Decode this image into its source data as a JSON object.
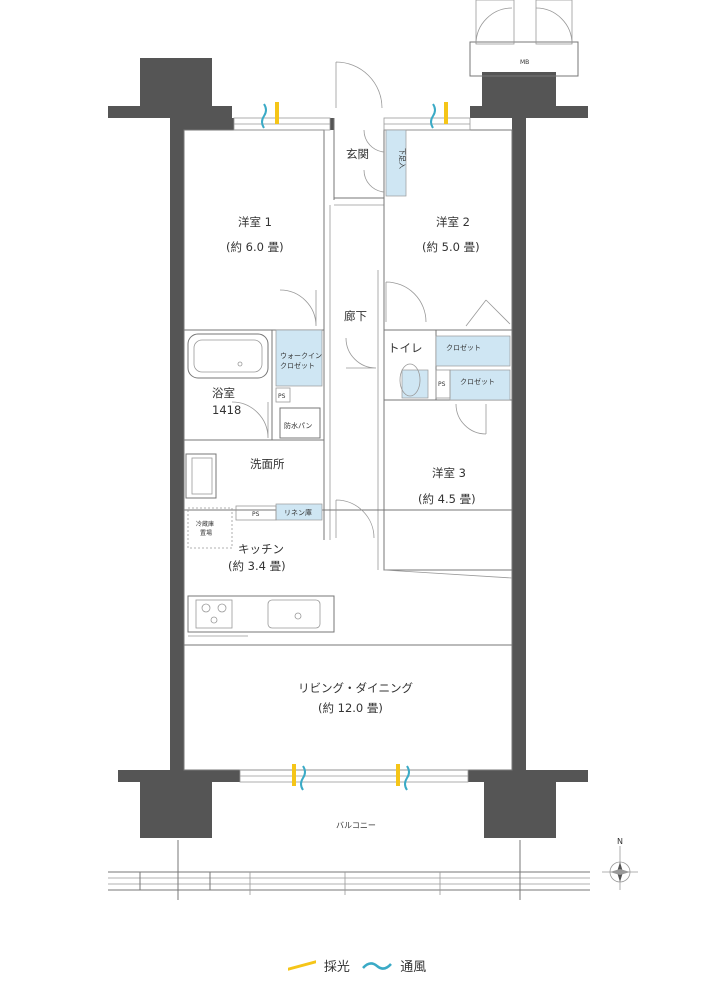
{
  "rooms": {
    "western1": {
      "name": "洋室 1",
      "size": "(約 6.0 畳)"
    },
    "western2": {
      "name": "洋室 2",
      "size": "(約 5.0 畳)"
    },
    "western3": {
      "name": "洋室 3",
      "size": "(約 4.5 畳)"
    },
    "entrance": "玄関",
    "shoe_box": "下足入",
    "hallway": "廊下",
    "toilet": "トイレ",
    "closet_a": "クロゼット",
    "closet_b": "クロゼット",
    "walk_in_closet_1": "ウォークイン",
    "walk_in_closet_2": "クロゼット",
    "bath": {
      "name": "浴室",
      "size": "1418"
    },
    "ps_bath": "PS",
    "ps_toilet": "PS",
    "ps_linen": "PS",
    "waterproof_pan": "防水パン",
    "washroom": "洗面所",
    "linen": "リネン庫",
    "fridge_1": "冷蔵庫",
    "fridge_2": "置場",
    "kitchen": {
      "name": "キッチン",
      "size": "(約 3.4 畳)"
    },
    "living": {
      "name": "リビング・ダイニング",
      "size": "(約 12.0 畳)"
    },
    "balcony": "バルコニー",
    "mb": "MB"
  },
  "compass": "N",
  "legend": {
    "light": "採光",
    "wind": "通風",
    "light_color": "#f5c518",
    "wind_color": "#3aaac6"
  }
}
